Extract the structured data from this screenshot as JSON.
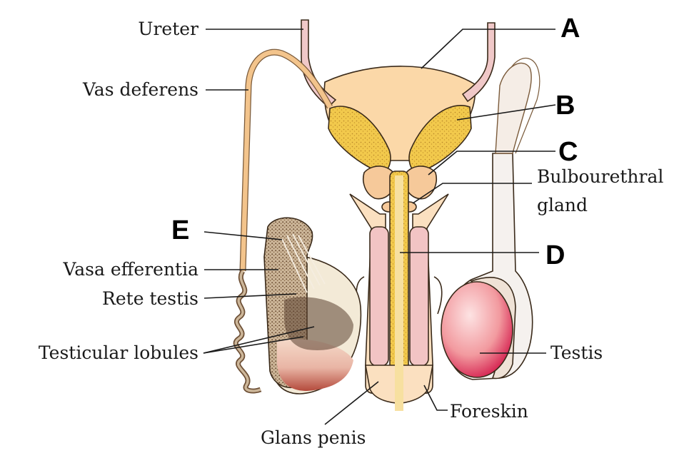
{
  "labels": {
    "ureter": "Ureter",
    "vas_deferens": "Vas deferens",
    "vasa_efferentia": "Vasa efferentia",
    "rete_testis": "Rete testis",
    "testicular_lobules": "Testicular lobules",
    "bulbourethral_1": "Bulbourethral",
    "bulbourethral_2": "gland",
    "testis": "Testis",
    "foreskin": "Foreskin",
    "glans_penis": "Glans penis"
  },
  "letters": {
    "a": "A",
    "b": "B",
    "c": "C",
    "d": "D",
    "e": "E"
  },
  "colors": {
    "bladder": "#fbd8a8",
    "vessel": "#f3c48c",
    "gland": "#f2c94c",
    "ureter": "#f0c8c8",
    "penis_pink": "#f2c4c4",
    "testis_red": "#e8606e",
    "coil_brown": "#8b6a4a"
  }
}
